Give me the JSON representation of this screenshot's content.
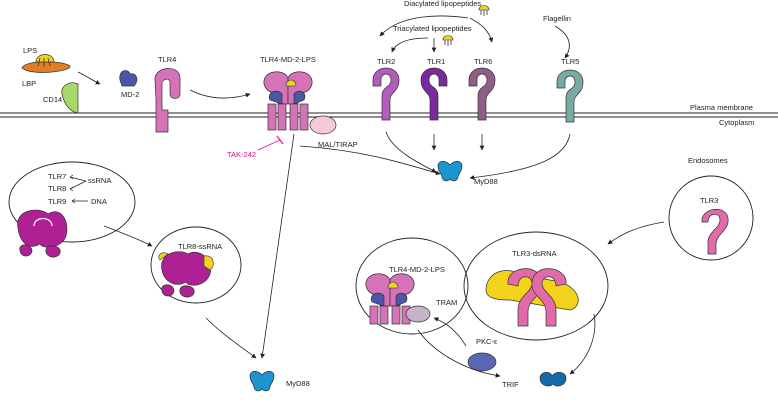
{
  "labels": {
    "lps": "LPS",
    "lbp": "LBP",
    "cd14": "CD14",
    "md2": "MD-2",
    "tlr4": "TLR4",
    "tlr4_md2_lps": "TLR4-MD-2-LPS",
    "diacylated": "Diacylated lipopeptides",
    "triacylated": "Triacylated lipopeptides",
    "flagellin": "Flagellin",
    "tlr2": "TLR2",
    "tlr1": "TLR1",
    "tlr6": "TLR6",
    "tlr5": "TLR5",
    "plasma_membrane": "Plasma membrane",
    "cytoplasm": "Cytoplasm",
    "tak242": "TAK-242",
    "mal_tirap": "MAL/TIRAP",
    "myd88_top": "MyD88",
    "tlr7": "TLR7",
    "tlr8": "TLR8",
    "tlr9": "TLR9",
    "ssrna": "ssRNA",
    "dna": "DNA",
    "tlr8_ssrna": "TLR8-ssRNA",
    "myd88_bottom": "MyD88",
    "endosomes": "Endosomes",
    "tlr3": "TLR3",
    "tlr3_dsrna": "TLR3-dsRNA",
    "tlr4_md2_lps_endo": "TLR4-MD-2-LPS",
    "tram": "TRAM",
    "pkc": "PKC-ε",
    "trif": "TRIF"
  },
  "colors": {
    "tlr4": "#d672b7",
    "md2": "#4a57a6",
    "lps_yellow": "#f2d21b",
    "lbp": "#e07d25",
    "cd14": "#a6d86a",
    "tlr2": "#b25dbe",
    "tlr1": "#7a2a9c",
    "tlr6": "#8e5e86",
    "tlr5": "#78a9a4",
    "myd88": "#1b94cf",
    "tak242": "#e0118c",
    "mal": "#f5c9d9",
    "tlr9": "#b02095",
    "tlr3": "#e36aa8",
    "tram": "#c7b2c8",
    "pkc": "#5a68b4",
    "trif": "#1669a8"
  }
}
